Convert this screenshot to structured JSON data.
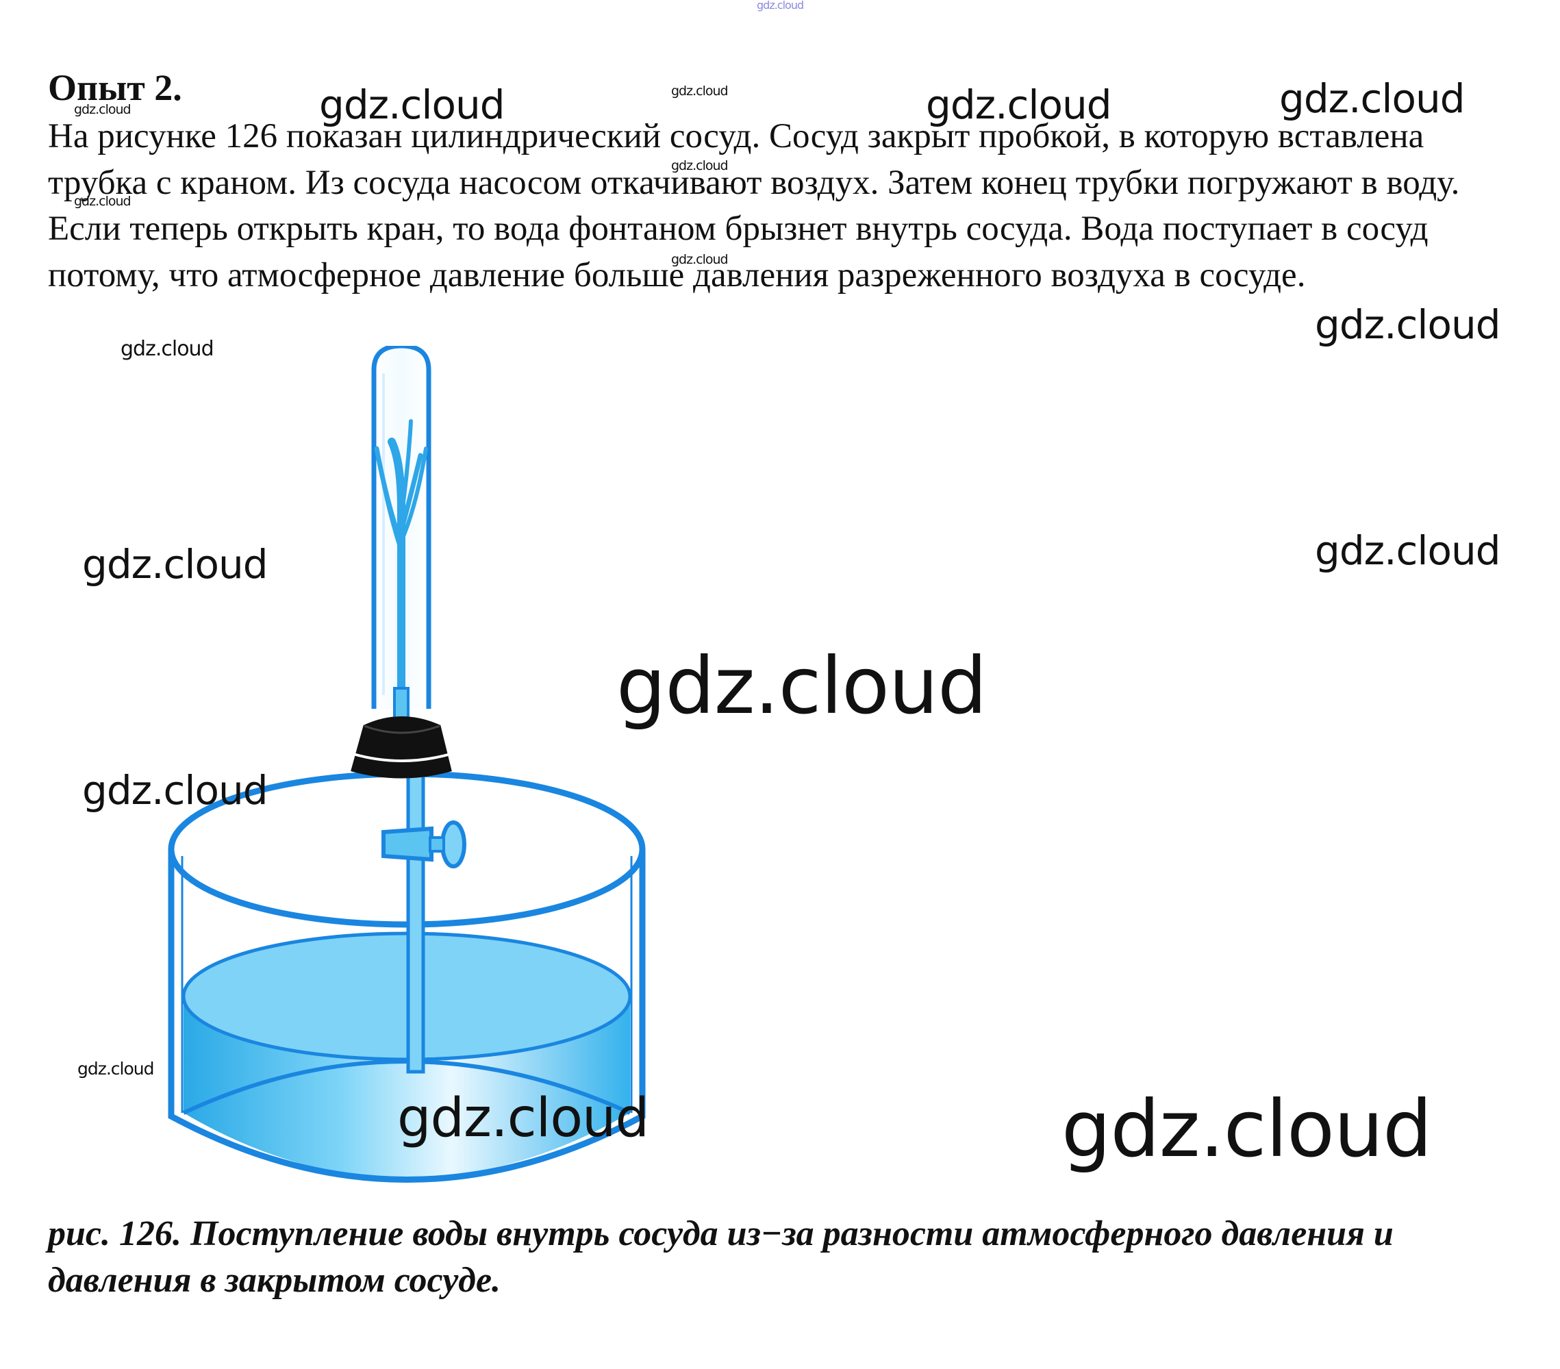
{
  "document": {
    "title": "Опыт 2.",
    "paragraph": "На рисунке 126 показан цилиндрический сосуд. Сосуд закрыт пробкой, в которую вставлена трубка с краном. Из сосуда насосом откачивают воздух. Затем конец трубки погружают в воду. Если теперь открыть кран, то вода фонтаном брызнет внутрь сосуда. Вода поступает в сосуд потому, что атмосферное давление больше давления разреженного воздуха в сосуде.",
    "caption": "рис. 126. Поступление воды внутрь сосуда из−за разности атмосферного давления и давления в закрытом сосуде."
  },
  "figure": {
    "subject": "water-fountain-apparatus",
    "colors": {
      "outline": "#1a86e0",
      "water": "#3bb8ef",
      "water_top": "#7fd3f6",
      "stopper": "#111111"
    }
  },
  "watermarks": [
    {
      "text": "gdz.cloud"
    },
    {
      "text": "gdz.cloud"
    },
    {
      "text": "gdz.cloud"
    },
    {
      "text": "gdz.cloud"
    },
    {
      "text": "gdz.cloud"
    },
    {
      "text": "gdz.cloud"
    },
    {
      "text": "gdz.cloud"
    },
    {
      "text": "gdz.cloud"
    },
    {
      "text": "gdz.cloud"
    },
    {
      "text": "gdz.cloud"
    },
    {
      "text": "gdz.cloud"
    },
    {
      "text": "gdz.cloud"
    },
    {
      "text": "gdz.cloud"
    },
    {
      "text": "gdz.cloud"
    },
    {
      "text": "gdz.cloud"
    },
    {
      "text": "gdz.cloud"
    },
    {
      "text": "gdz.cloud"
    },
    {
      "text": "gdz.cloud"
    }
  ]
}
